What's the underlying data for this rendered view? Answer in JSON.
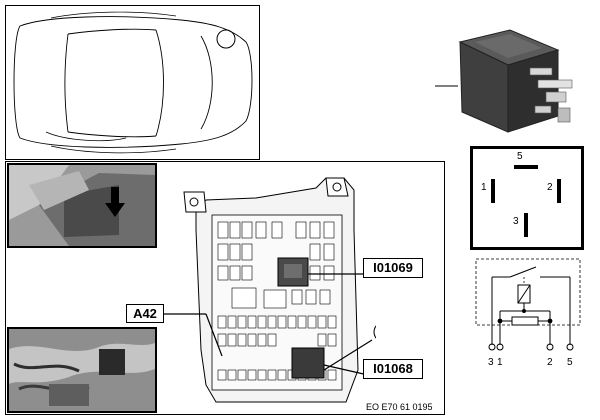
{
  "car_view": {
    "icon": "car-top-view-icon"
  },
  "relay_photo": {
    "icon": "relay-photo-icon"
  },
  "relay_pinout": {
    "pins": [
      "5",
      "1",
      "2",
      "3"
    ]
  },
  "relay_schematic": {
    "terminals": [
      "3",
      "1",
      "2",
      "5"
    ]
  },
  "location_view": {
    "labels": {
      "a42": "A42",
      "relay_1": "I01069",
      "relay_2": "I01068"
    },
    "detail_top_icon": "arrow-down-icon",
    "detail_bottom_icon": "wiring-photo-icon"
  },
  "document_code": "EO E70 61 0195"
}
